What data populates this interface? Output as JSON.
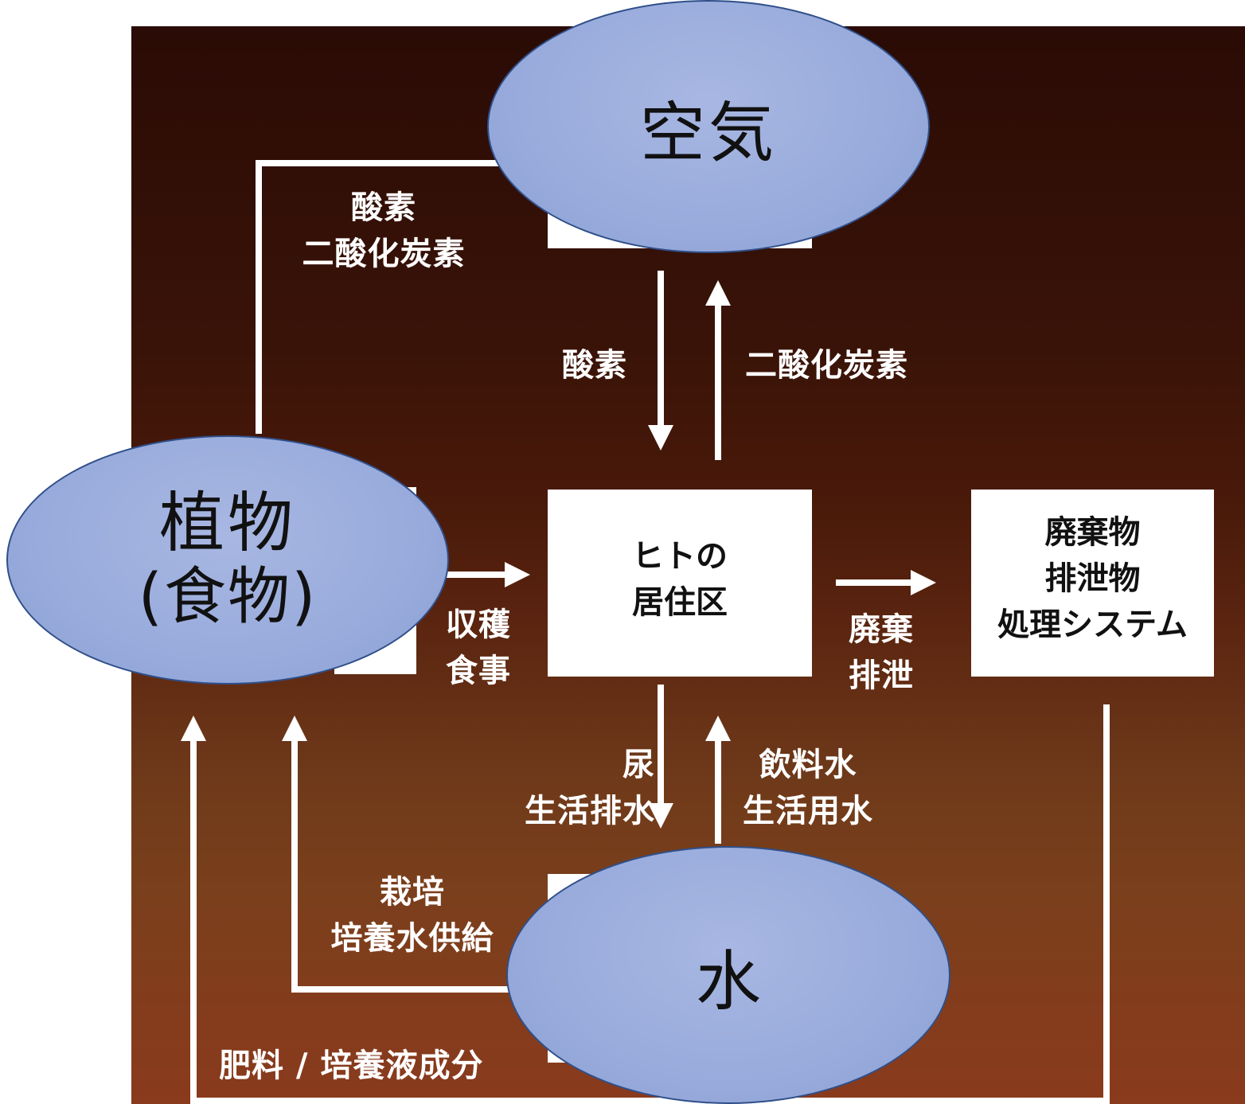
{
  "nodes": {
    "air": "空気",
    "plants_line1": "植物",
    "plants_line2": "(食物)",
    "water": "水",
    "habitat": "ヒトの\n居住区",
    "waste_system": "廃棄物\n排泄物\n処理システム"
  },
  "edges": {
    "plants_air": "酸素\n二酸化炭素",
    "air_to_habitat": "酸素",
    "habitat_to_air": "二酸化炭素",
    "plants_to_habitat": "収穫\n食事",
    "habitat_to_waste": "廃棄\n排泄",
    "habitat_to_water": "尿\n生活排水",
    "water_to_habitat": "飲料水\n生活用水",
    "water_to_plants": "栽培\n培養水供給",
    "waste_to_plants": "肥料 / 培養液成分"
  },
  "colors": {
    "ellipse_fill": "#98abdc",
    "ellipse_border": "#2f4f8a",
    "arrow": "#ffffff"
  }
}
